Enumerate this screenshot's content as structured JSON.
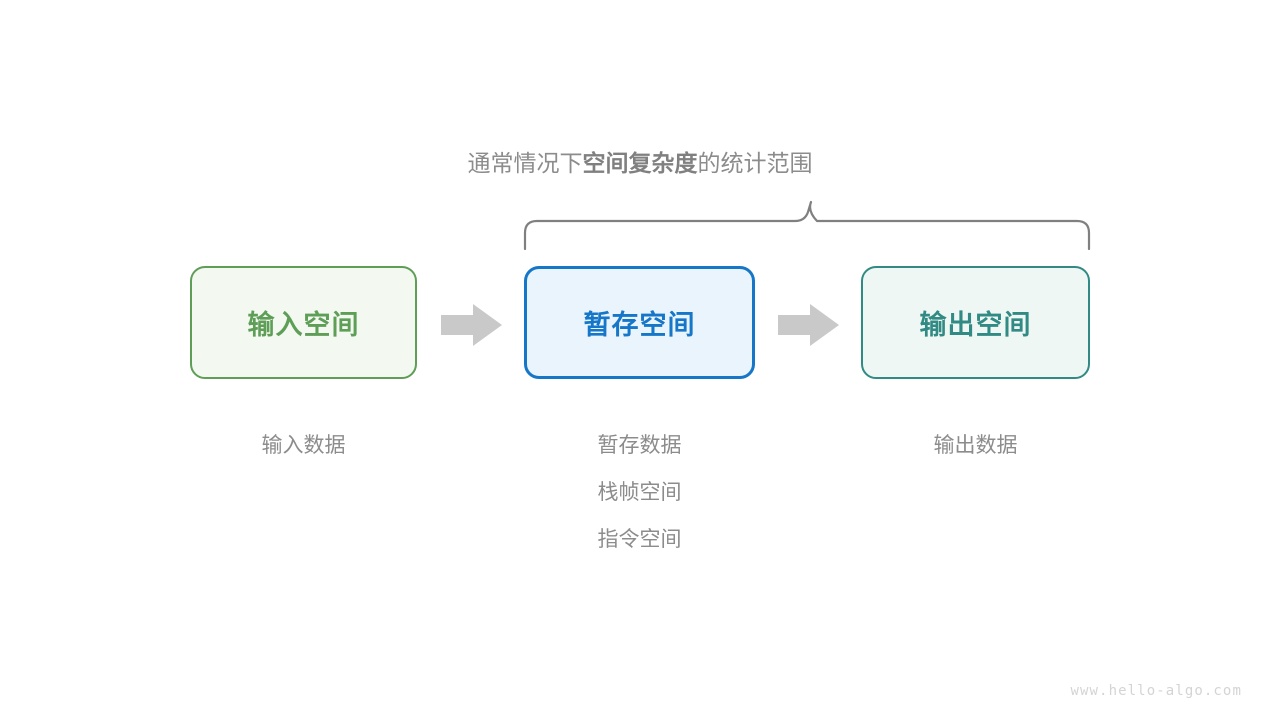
{
  "diagram": {
    "scope_title": {
      "prefix": "通常情况下",
      "emphasis": "空间复杂度",
      "suffix": "的统计范围"
    },
    "brace": {
      "label": "curly-brace-spanning-temp-and-output",
      "color": "#808080"
    },
    "boxes": [
      {
        "id": "input",
        "label": "输入空间",
        "fill": "#f3f8f1",
        "border": "#5e9e57",
        "text_color": "#5e9e57"
      },
      {
        "id": "temp",
        "label": "暂存空间",
        "fill": "#e9f4fd",
        "border": "#1676c8",
        "text_color": "#1676c8"
      },
      {
        "id": "output",
        "label": "输出空间",
        "fill": "#eff7f5",
        "border": "#318a84",
        "text_color": "#318a84"
      }
    ],
    "arrows": [
      {
        "id": "input-to-temp",
        "icon": "right-arrow-icon",
        "color": "#c9c9c9"
      },
      {
        "id": "temp-to-output",
        "icon": "right-arrow-icon",
        "color": "#c9c9c9"
      }
    ],
    "captions": {
      "input": [
        "输入数据"
      ],
      "temp": [
        "暂存数据",
        "栈帧空间",
        "指令空间"
      ],
      "output": [
        "输出数据"
      ]
    },
    "caption_color": "#8c8c8c"
  },
  "watermark": {
    "text": "www.hello-algo.com"
  }
}
